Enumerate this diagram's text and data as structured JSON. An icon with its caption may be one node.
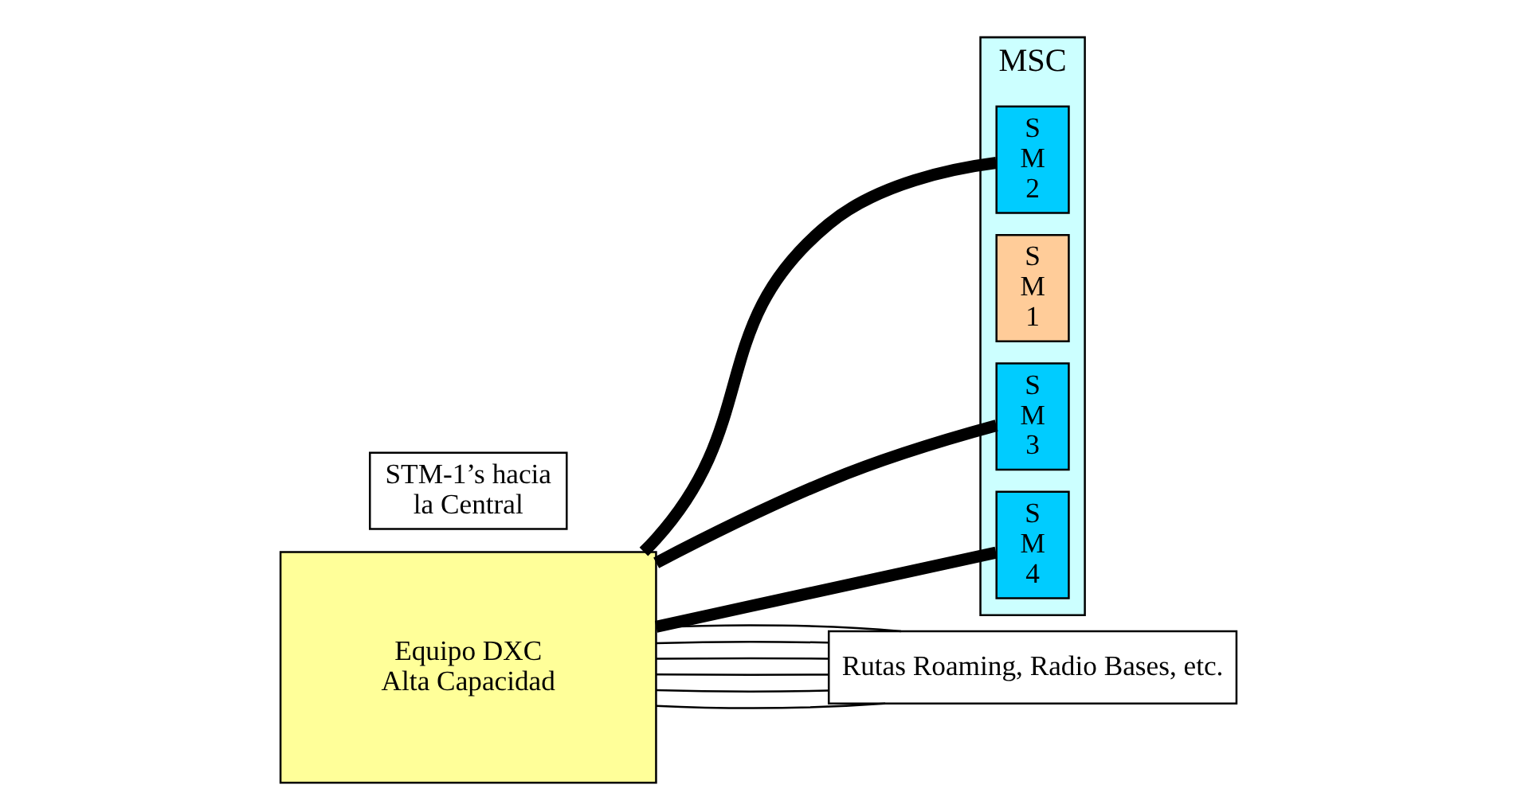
{
  "diagram": {
    "nodes": [
      {
        "text": [
          "Equipo DXC Alta Capacidad"
        ]
      },
      {
        "text": [
          "MSC"
        ]
      },
      {
        "text": [
          "S M 2"
        ],
        "in": 1
      },
      {
        "text": [
          "S M 1"
        ],
        "in": 1
      },
      {
        "text": [
          "S M 3"
        ],
        "in": 1
      },
      {
        "text": [
          "S M 4"
        ],
        "in": 1
      },
      {
        "text": [
          "STM-1’s hacia la Central"
        ]
      },
      {
        "text": [
          "Rutas Roaming, Radio Bases, etc."
        ]
      }
    ],
    "edges": [
      {
        "from": 0,
        "to": 2,
        "arrow": "none",
        "style": "thick"
      },
      {
        "from": 0,
        "to": 4,
        "arrow": "none",
        "style": "thick"
      },
      {
        "from": 0,
        "to": 5,
        "arrow": "none",
        "style": "thick"
      },
      {
        "from": 0,
        "to": 7,
        "arrow": "none"
      },
      {
        "from": 0,
        "to": 7,
        "arrow": "none"
      },
      {
        "from": 0,
        "to": 7,
        "arrow": "none"
      },
      {
        "from": 0,
        "to": 7,
        "arrow": "none"
      },
      {
        "from": 0,
        "to": 7,
        "arrow": "none"
      },
      {
        "from": 0,
        "to": 7,
        "arrow": "none"
      }
    ]
  }
}
